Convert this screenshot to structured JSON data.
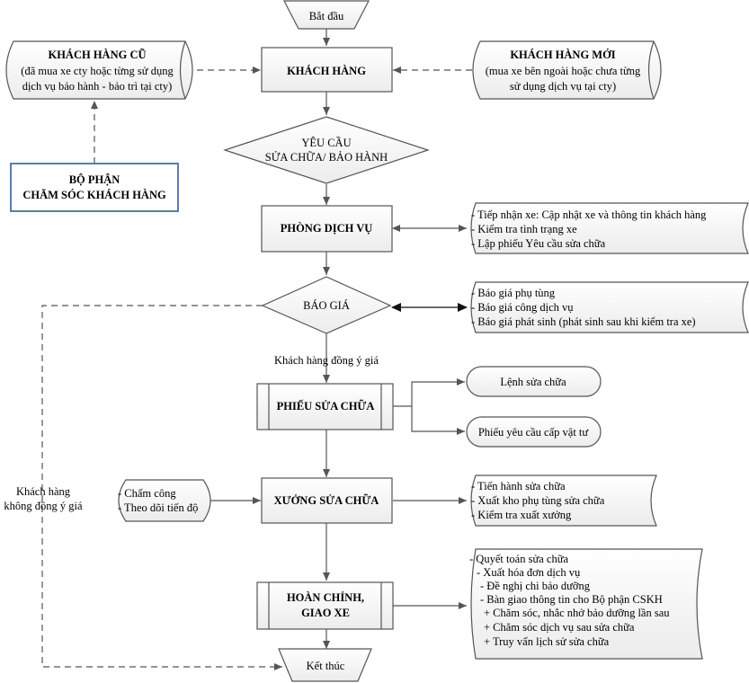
{
  "start": "Bắt đầu",
  "end": "Kết thúc",
  "customer": "KHÁCH HÀNG",
  "old_customer": {
    "title": "KHÁCH HÀNG CŨ",
    "lines": [
      "(đã mua xe cty hoặc từng sử dụng",
      "dịch vụ bảo hành - bảo trì tại cty)"
    ]
  },
  "new_customer": {
    "title": "KHÁCH HÀNG MỚI",
    "lines": [
      "(mua xe bên ngoài hoặc chưa từng",
      "sử dụng dịch vụ tại cty)"
    ]
  },
  "care_dept": [
    "BỘ PHẬN",
    "CHĂM SÓC KHÁCH HÀNG"
  ],
  "request": [
    "YÊU CẦU",
    "SỬA CHỮA/ BẢO HÀNH"
  ],
  "service_room": "PHÒNG DỊCH VỤ",
  "service_tasks": [
    "- Tiếp nhận xe: Cập nhật xe và thông tin khách hàng",
    "- Kiểm tra tình trạng xe",
    "- Lập phiếu Yêu cầu sửa chữa"
  ],
  "quote": "BÁO GIÁ",
  "quote_items": [
    "- Báo giá phụ tùng",
    "- Báo giá công dịch vụ",
    "- Báo giá phát sinh (phát sinh sau khi kiểm tra xe)"
  ],
  "agree_label": "Khách hàng đồng ý giá",
  "disagree_label": [
    "Khách hàng",
    "không đồng ý giá"
  ],
  "repair_slip": "PHIẾU SỬA CHỮA",
  "repair_order": "Lệnh sửa chữa",
  "supply_request": "Phiếu yêu cầu cấp vật tư",
  "workshop": "XƯỞNG SỬA CHỮA",
  "workshop_inputs": [
    "- Chấm công",
    "- Theo dõi tiến độ"
  ],
  "workshop_tasks": [
    "- Tiến hành sửa chữa",
    "- Xuất kho phụ tùng sửa chữa",
    "- Kiểm tra xuất xưởng"
  ],
  "complete": [
    "HOÀN CHỈNH,",
    "GIAO XE"
  ],
  "complete_tasks": [
    "- Quyết toán sửa chữa",
    "- Xuất hóa đơn dịch vụ",
    "- Đề nghị chi bảo dưỡng",
    "- Bàn giao thông tin cho Bộ phận CSKH",
    "+ Chăm sóc, nhắc nhở bảo dưỡng lần sau",
    "+ Chăm sóc dịch vụ sau sửa chữa",
    "+ Truy vấn lịch sử sửa chữa"
  ]
}
